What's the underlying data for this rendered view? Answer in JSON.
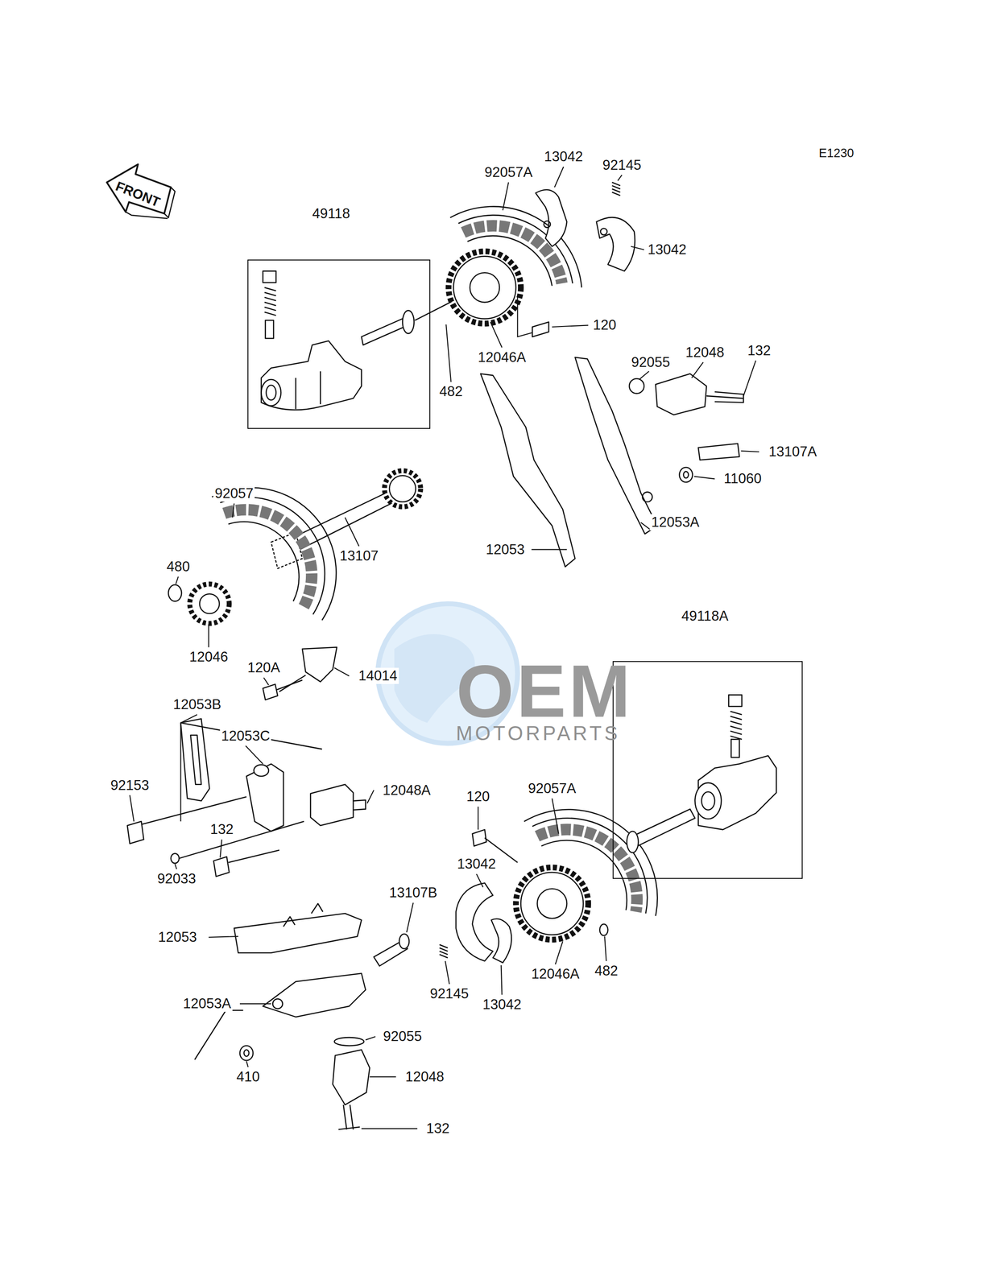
{
  "diagram": {
    "nodes": [
      {
        "text": [
          "49118"
        ]
      },
      {
        "text": [
          "49118A"
        ]
      }
    ],
    "labels": [
      "E1230",
      "FRONT",
      "92057A",
      "13042",
      "92145",
      "13042",
      "120",
      "12046A",
      "482",
      "92055",
      "12048",
      "132",
      "13107A",
      "11060",
      "12053A",
      "92057",
      "13107",
      "12053",
      "480",
      "12046",
      "120A",
      "14014",
      "12053B",
      "12053C",
      "92153",
      "132",
      "12048A",
      "120",
      "92057A",
      "92033",
      "13042",
      "13107B",
      "12053",
      "12053A",
      "92145",
      "13042",
      "12046A",
      "482",
      "92055",
      "410",
      "12048",
      "132",
      "OEM",
      "MOTORPARTS"
    ]
  }
}
